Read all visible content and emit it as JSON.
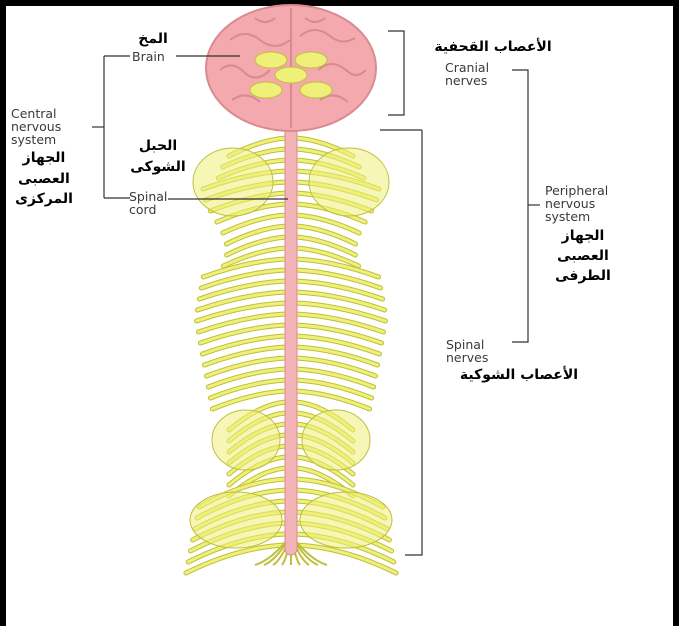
{
  "labels": {
    "brain_ar": "المخ",
    "brain_en": "Brain",
    "cns_en_1": "Central",
    "cns_en_2": "nervous",
    "cns_en_3": "system",
    "cns_ar_1": "الجهاز",
    "cns_ar_2": "العصبى",
    "cns_ar_3": "المركزى",
    "cord_ar_1": "الحبل",
    "cord_ar_2": "الشوكى",
    "cord_en_1": "Spinal",
    "cord_en_2": "cord",
    "cranial_ar": "الأعصاب القحفية",
    "cranial_en_1": "Cranial",
    "cranial_en_2": "nerves",
    "pns_en_1": "Peripheral",
    "pns_en_2": "nervous",
    "pns_en_3": "system",
    "pns_ar_1": "الجهاز",
    "pns_ar_2": "العصبى",
    "pns_ar_3": "الطرفى",
    "spinal_en_1": "Spinal",
    "spinal_en_2": "nerves",
    "spinal_ar": "الأعصاب الشوكية"
  },
  "colors": {
    "brain_fill": "#f3a9ad",
    "brain_stroke": "#d98a8f",
    "spinal_cord": "#f2b4b6",
    "nerve_yellow": "#eef07a",
    "nerve_outline": "#bfbf3a",
    "leader_line": "#333333"
  }
}
